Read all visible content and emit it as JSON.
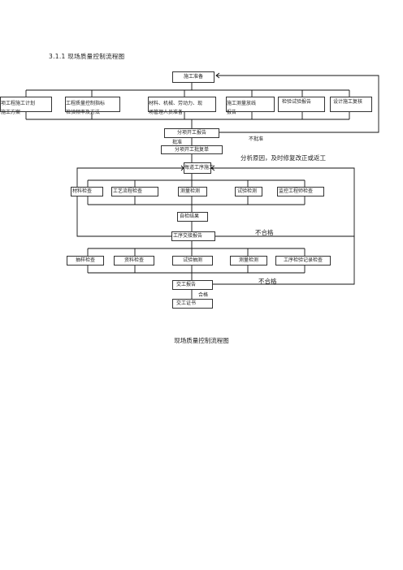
{
  "document": {
    "section_title": "3.1.1  现场质量控制流程图",
    "caption": "现场质量控制流程图"
  },
  "flow": {
    "start": "施工准备",
    "prep_items": [
      {
        "line1": "项工程施工计划",
        "line2": "施工方案"
      },
      {
        "line1": "工程质量控制指标",
        "line2": "检验频率及方法"
      },
      {
        "line1": "材料、机械、劳动力、现",
        "line2": "场管理人员准备"
      },
      {
        "line1": "施工测量放线",
        "line2": "报告"
      },
      {
        "line1": "检验试验报告",
        "line2": ""
      },
      {
        "line1": "设计施工复核",
        "line2": ""
      }
    ],
    "open_report": "分项开工报告",
    "approve_label": "批准",
    "reject_label": "不批准",
    "open_approval": "分项开工批复单",
    "analysis_note": "分析原因，及时修复改正或返工",
    "each_process": "每道工序施工",
    "checks": [
      "材料检查",
      "工艺流程检查",
      "测量检测",
      "试验检测",
      "监控工程师检查"
    ],
    "self_check": "自检结果",
    "fail_label_1": "不合格",
    "handover_report": "工序交接报告",
    "verifications": [
      "抽样检查",
      "资料检查",
      "试验抽测",
      "测量检测",
      "工序检验记录检查"
    ],
    "fail_label_2": "不合格",
    "handover_result": "交工报告",
    "pass_label": "合格",
    "certificate": "交工证书"
  }
}
